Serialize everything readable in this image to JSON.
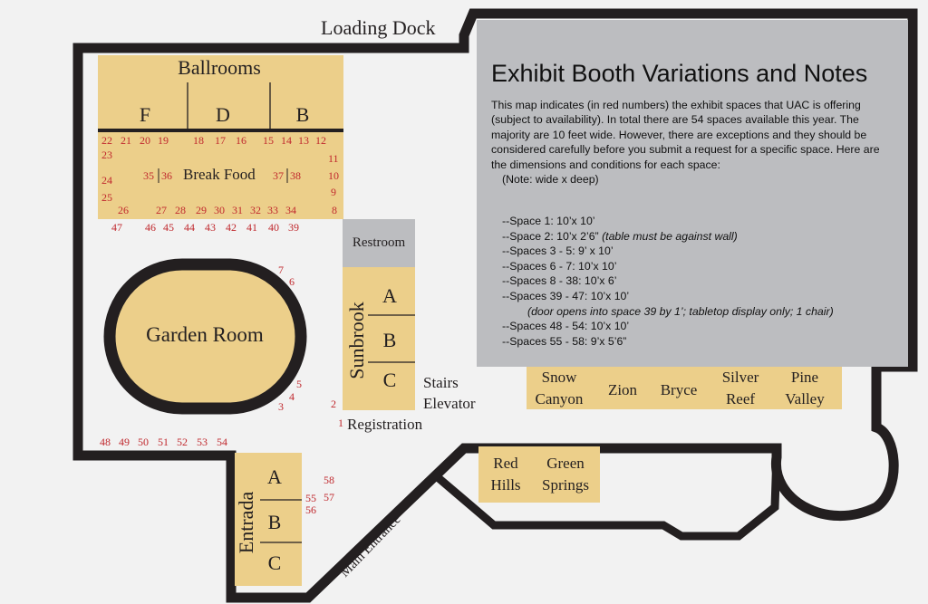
{
  "labels": {
    "loading_dock": "Loading Dock",
    "ballrooms": "Ballrooms",
    "ballroom_f": "F",
    "ballroom_d": "D",
    "ballroom_b": "B",
    "break_food": "Break Food",
    "restroom": "Restroom",
    "garden_room": "Garden Room",
    "sunbrook": "Sunbrook",
    "sunbrook_a": "A",
    "sunbrook_b": "B",
    "sunbrook_c": "C",
    "stairs": "Stairs",
    "elevator": "Elevator",
    "registration": "Registration",
    "entrada": "Entrada",
    "entrada_a": "A",
    "entrada_b": "B",
    "entrada_c": "C",
    "main_entrance": "Main Entrance",
    "snow_canyon_1": "Snow",
    "snow_canyon_2": "Canyon",
    "zion": "Zion",
    "bryce": "Bryce",
    "silver_reef_1": "Silver",
    "silver_reef_2": "Reef",
    "pine_valley_1": "Pine",
    "pine_valley_2": "Valley",
    "red_hills_1": "Red",
    "red_hills_2": "Hills",
    "green_springs_1": "Green",
    "green_springs_2": "Springs"
  },
  "spaces": {
    "s1": "1",
    "s2": "2",
    "s3": "3",
    "s4": "4",
    "s5": "5",
    "s6": "6",
    "s7": "7",
    "s8": "8",
    "s9": "9",
    "s10": "10",
    "s11": "11",
    "s12": "12",
    "s13": "13",
    "s14": "14",
    "s15": "15",
    "s16": "16",
    "s17": "17",
    "s18": "18",
    "s19": "19",
    "s20": "20",
    "s21": "21",
    "s22": "22",
    "s23": "23",
    "s24": "24",
    "s25": "25",
    "s26": "26",
    "s27": "27",
    "s28": "28",
    "s29": "29",
    "s30": "30",
    "s31": "31",
    "s32": "32",
    "s33": "33",
    "s34": "34",
    "s35": "35",
    "s36": "36",
    "s37": "37",
    "s38": "38",
    "s39": "39",
    "s40": "40",
    "s41": "41",
    "s42": "42",
    "s43": "43",
    "s44": "44",
    "s45": "45",
    "s46": "46",
    "s47": "47",
    "s48": "48",
    "s49": "49",
    "s50": "50",
    "s51": "51",
    "s52": "52",
    "s53": "53",
    "s54": "54",
    "s55": "55",
    "s56": "56",
    "s57": "57",
    "s58": "58"
  },
  "notes": {
    "title": "Exhibit Booth Variations and Notes",
    "p1": "This map indicates (in red numbers) the exhibit spaces that UAC is offering (subject to availability). In total there are 54 spaces available this year. The majority are 10 feet wide. However, there are exceptions and they should be considered carefully before you submit a request for a specific space. Here are the dimensions and conditions for each space:",
    "p2": "(Note: wide x deep)",
    "d1": "--Space 1:  10’x 10’",
    "d2a": "--Space 2:  10’x 2’6”",
    "d2b": "(table must be against wall)",
    "d3": "--Spaces 3 - 5:   9’ x 10’",
    "d4": "--Spaces 6 - 7:  10’x 10’",
    "d5": "--Spaces 8 - 38:   10’x 6’",
    "d6": "--Spaces 39 - 47:   10’x 10’",
    "d6b": "(door opens into space 39 by 1’; tabletop display only; 1 chair)",
    "d7": "--Spaces 48 - 54: 10’x 10’",
    "d8": "--Spaces 55 - 58:  9’x 5’6”"
  },
  "colors": {
    "room_fill": "#eccf8a",
    "wall": "#231f20",
    "space_number": "#c0282d",
    "restroom_fill": "#bcbdc0",
    "notes_panel": "#bcbdc0"
  }
}
